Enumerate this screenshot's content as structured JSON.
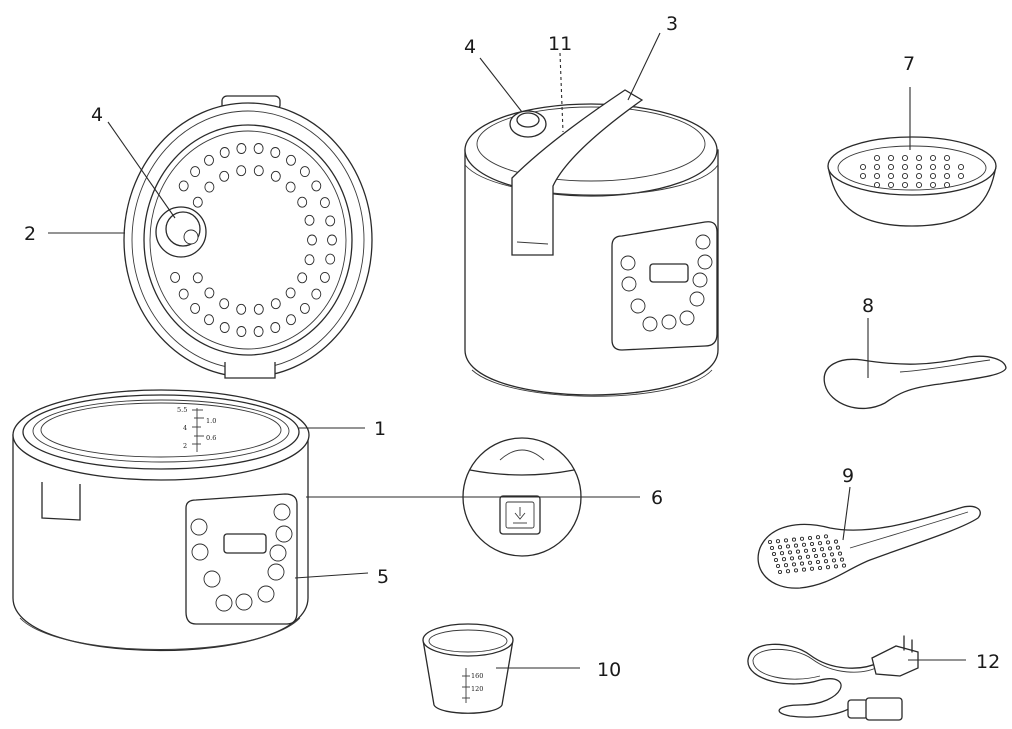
{
  "callouts": {
    "c1": "1",
    "c2": "2",
    "c3": "3",
    "c4a": "4",
    "c4b": "4",
    "c5": "5",
    "c6": "6",
    "c7": "7",
    "c8": "8",
    "c9": "9",
    "c10": "10",
    "c11": "11",
    "c12": "12"
  },
  "pot_scale": {
    "cups": [
      "5.5",
      "4",
      "2"
    ],
    "liters": [
      "1.0",
      "0.6"
    ]
  },
  "cup_scale": [
    "160",
    "120"
  ]
}
